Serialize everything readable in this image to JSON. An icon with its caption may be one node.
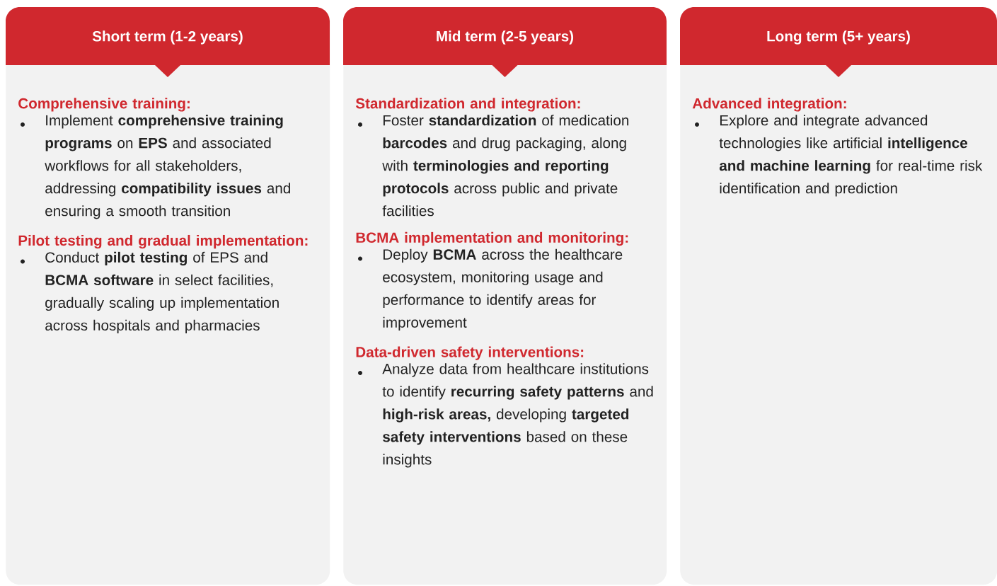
{
  "diagram": {
    "nodes": [
      {
        "text": [
          "Short term (1-2 years)",
          "Comprehensive training:",
          "Implement **comprehensive training programs** on **EPS** and associated workflows for all stakeholders, addressing **compatibility issues** and ensuring a smooth transition",
          "Pilot testing and gradual implementation:",
          "Conduct **pilot testing** of EPS and **BCMA software** in select facilities, gradually scaling up implementation across hospitals and pharmacies"
        ]
      },
      {
        "text": [
          "Mid term (2-5 years)",
          "Standardization and integration:",
          "Foster **standardization** of medication **barcodes** and drug packaging, along with **terminologies and reporting protocols** across public and private facilities",
          "BCMA implementation and monitoring:",
          "Deploy **BCMA** across the healthcare ecosystem, monitoring usage and performance to identify areas for improvement",
          "Data-driven safety interventions:",
          "Analyze data from healthcare institutions to identify **recurring safety patterns** and **high-risk areas,** developing **targeted safety interventions** based on these insights"
        ]
      },
      {
        "text": [
          "Long term (5+ years)",
          "Advanced integration:",
          "Explore and integrate advanced technologies like artificial **intelligence and machine learning** for real-time risk identification and prediction"
        ]
      }
    ]
  }
}
